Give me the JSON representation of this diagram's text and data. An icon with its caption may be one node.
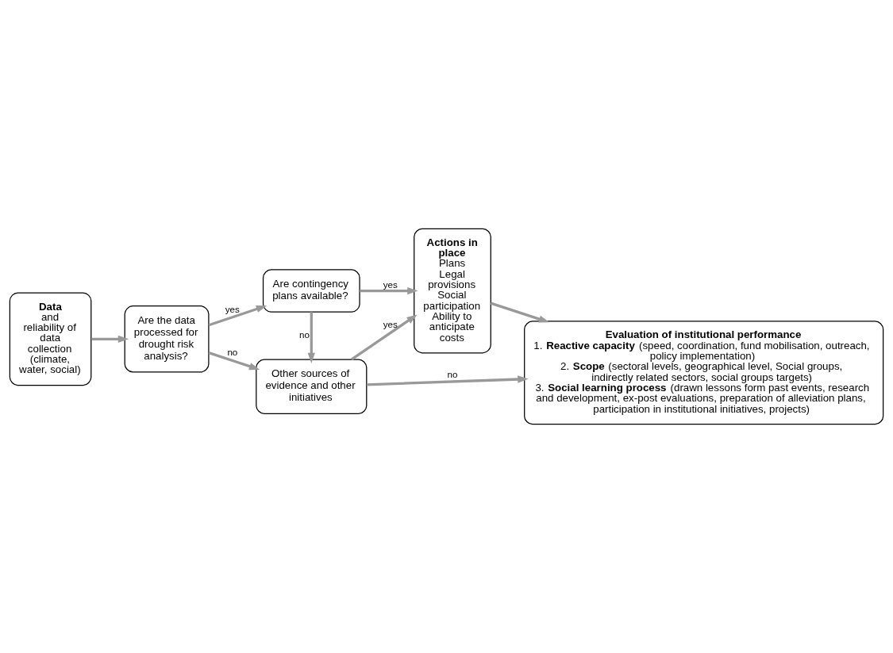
{
  "diagram": {
    "nodes": [
      {
        "text": [
          "Data",
          "and reliability of data collection (climate, water, social)"
        ]
      },
      {
        "text": [
          "Are the data processed for drought risk analysis?"
        ]
      },
      {
        "text": [
          "Are contingency plans available?"
        ]
      },
      {
        "text": [
          "Other sources of evidence and other initiatives"
        ]
      },
      {
        "text": [
          "Actions in place",
          "Plans",
          "Legal provisions",
          "Social participation",
          "Ability to anticipate costs"
        ]
      },
      {
        "text": [
          "Evaluation of institutional performance",
          "1. **Reactive capacity** (speed, coordination, fund mobilisation, outreach, policy implementation)",
          "2. **Scope** (sectoral levels, geographical level, Social groups, indirectly related sectors, social groups targets)",
          "3. **Social learning process** (drawn lessons form past events, research and development, ex-post evaluations, preparation of alleviation plans, participation in institutional initiatives, projects)"
        ]
      }
    ],
    "edges": [
      {
        "from": 0,
        "to": 1,
        "arrow": "to"
      },
      {
        "from": 1,
        "to": 2,
        "arrow": "to",
        "label": "yes"
      },
      {
        "from": 1,
        "to": 3,
        "arrow": "to",
        "label": "no"
      },
      {
        "from": 2,
        "to": 3,
        "arrow": "to",
        "label": "no"
      },
      {
        "from": 2,
        "to": 4,
        "arrow": "to",
        "label": "yes"
      },
      {
        "from": 3,
        "to": 4,
        "arrow": "to",
        "label": "yes"
      },
      {
        "from": 3,
        "to": 5,
        "arrow": "to",
        "label": "no"
      },
      {
        "from": 4,
        "to": 5,
        "arrow": "to"
      }
    ]
  }
}
